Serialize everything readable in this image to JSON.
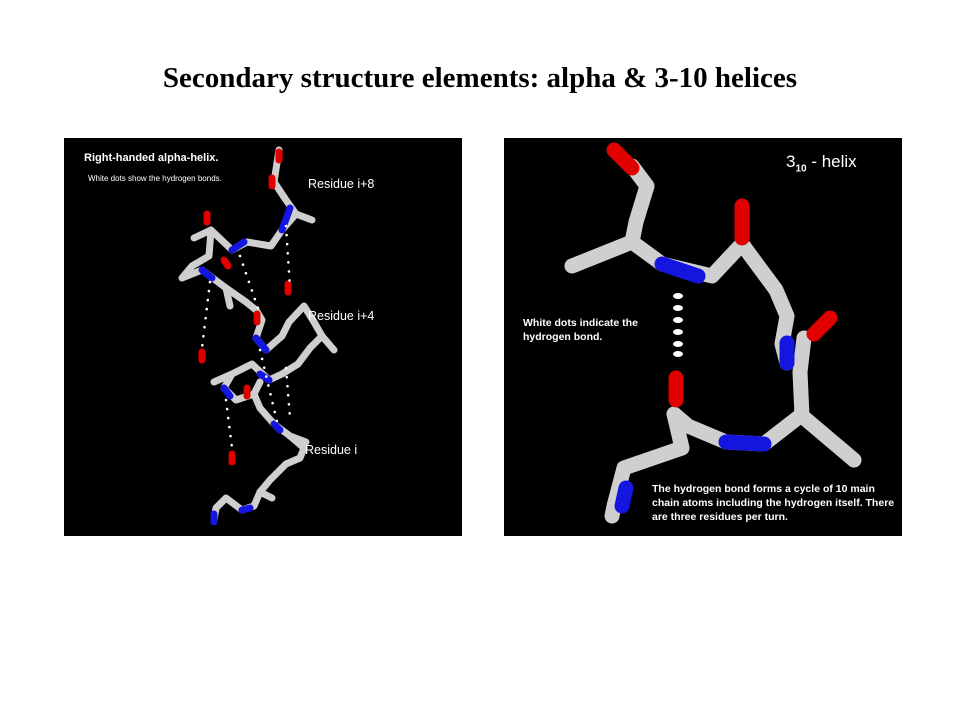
{
  "title": "Secondary structure elements: alpha & 3-10 helices",
  "left_panel": {
    "heading": "Right-handed alpha-helix.",
    "caption": "White dots show the hydrogen bonds.",
    "labels": [
      "Residue i+8",
      "Residue i+4",
      "Residue i"
    ]
  },
  "right_panel": {
    "title_main": "3",
    "title_sub": "10",
    "title_rest": " - helix",
    "dots_note": "White dots indicate the hydrogen bond.",
    "cycle_note": "The hydrogen bond forms a cycle of 10 main chain atoms including the hydrogen itself. There are three residues per turn."
  },
  "colors": {
    "backbone": "#cfcfcf",
    "nitrogen": "#1515e0",
    "oxygen": "#e00000",
    "panel_bg": "#000000",
    "hbond": "#ffffff"
  }
}
